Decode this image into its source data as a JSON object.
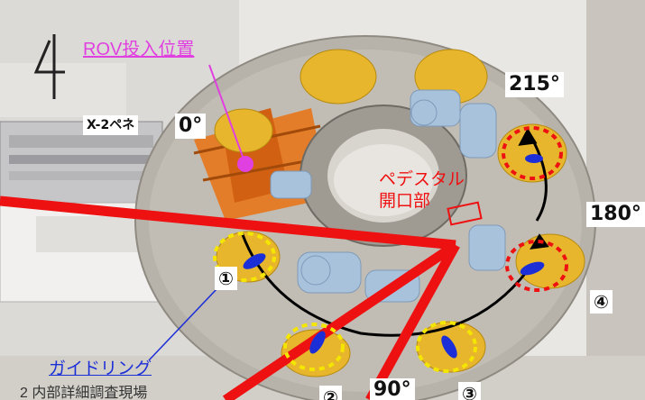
{
  "figure": {
    "panel_number": "4",
    "rov_label": "ROV投入位置",
    "penetration_label": "X-2ペネ",
    "guide_ring_label": "ガイドリング",
    "pedestal_opening_label": [
      "ペデスタル",
      "開口部"
    ],
    "angles": {
      "a0": "0°",
      "a90": "90°",
      "a180": "180°",
      "a215": "215°"
    },
    "markers": {
      "m1": "①",
      "m2": "②",
      "m3": "③",
      "m4": "④"
    },
    "footer_text": "2 内部詳細調査現場",
    "colors": {
      "magenta": "#e040e0",
      "red": "#ee1111",
      "yellow_dash": "#f4e600",
      "blue_label": "#1c2fd6",
      "model_grey": "#b8b3aa",
      "piping_blue": "#a9c2dc",
      "orange_frame": "#e8761a",
      "yellow_part": "#e7b62c"
    }
  }
}
